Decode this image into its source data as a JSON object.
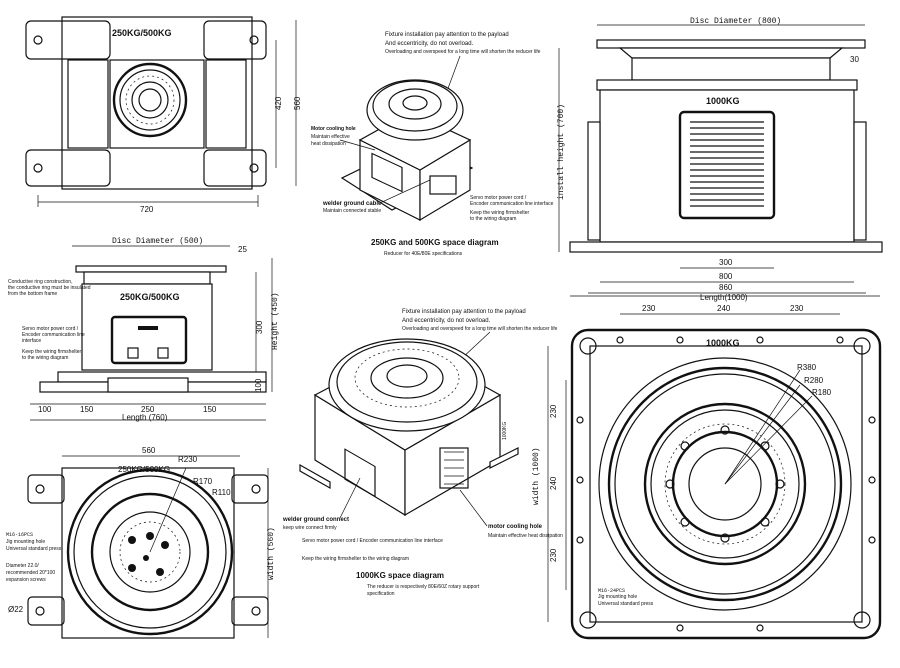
{
  "colors": {
    "line": "#111111",
    "paper": "#ffffff"
  },
  "top_left": {
    "title": "250KG/500KG",
    "dim_width": "720",
    "dim_h1": "420",
    "dim_h2": "560"
  },
  "iso_small": {
    "note1": "Fixture installation pay attention to the payload",
    "note2": "And eccentricity, do not overload.",
    "note3": "Overloading and overspeed for a long time will shorten the reducer life",
    "cooling": "Motor cooling hole",
    "cooling_sub1": "Maintain effective",
    "cooling_sub2": "heat dissipation",
    "welder": "welder ground cable",
    "welder_sub": "Maintain connected stable",
    "servo": "Servo motor power cord /",
    "servo2": "Encoder communication line interface",
    "keep": "Keep the wiring firmshelter",
    "keep2": "to the wiring diagram",
    "caption": "250KG and 500KG space diagram",
    "caption_sub": "Reducer for 40E/80E specifications"
  },
  "right_top": {
    "disc": "Disc Diameter (800)",
    "d30": "30",
    "title": "1000KG",
    "install": "install height (700)",
    "d300": "300",
    "d800": "800",
    "d860": "860"
  },
  "mid_left": {
    "disc": "Disc Diameter (500)",
    "d25": "25",
    "title": "250KG/500KG",
    "cond1": "Conductive ring construction,",
    "cond2": "the conductive ring must be insulated",
    "cond3": "from the bottom frame",
    "servo1": "Servo motor power cord /",
    "servo2": "Encoder communication line",
    "servo3": "interface",
    "keep1": "Keep the wiring firmshelter",
    "keep2": "to the wiring diagram",
    "d300": "300",
    "height": "Height (450)",
    "d100r": "100",
    "d100": "100",
    "d150a": "150",
    "d250": "250",
    "d150b": "150",
    "length": "Length (760)"
  },
  "iso_big": {
    "note1": "Fixture installation pay attention to the payload",
    "note2": "And eccentricity, do not overload.",
    "note3": "Overloading and overspeed for a long time will shorten the reducer life",
    "side": "1000KG",
    "welder": "welder ground connect",
    "welder_sub": "keep wire connect firmly",
    "servo": "Servo motor power cord / Encoder communication line interface",
    "keep": "Keep the wiring firmshelter to the wiring diagram",
    "cooling": "motor cooling hole",
    "cooling_sub": "Maintain effective heat dissipation",
    "caption": "1000KG space diagram",
    "caption_sub1": "The reducer is respectively 80E/60Z rotary support",
    "caption_sub2": "specification"
  },
  "bottom_left": {
    "d560": "560",
    "title": "250KG/500KG",
    "r230": "R230",
    "r170": "R170",
    "r110": "R110",
    "m16": "M16-16PCS",
    "jig": "Jig mounting hole",
    "univ": "Universal standard press",
    "diam1": "Diameter 22.0/",
    "diam2": "recommended 20*100",
    "diam3": "expansion screws",
    "d22": "Ø22",
    "width": "width (560)"
  },
  "bottom_right": {
    "d230a": "230",
    "d240a": "240",
    "d230b": "230",
    "length": "Length(1000)",
    "title": "1000KG",
    "r380": "R380",
    "r280": "R280",
    "r180": "R180",
    "v230a": "230",
    "v240": "240",
    "v230b": "230",
    "width": "width (1000)",
    "m16": "M16-24PCS",
    "jig": "Jig mounting hole",
    "univ": "Universal standard press"
  }
}
